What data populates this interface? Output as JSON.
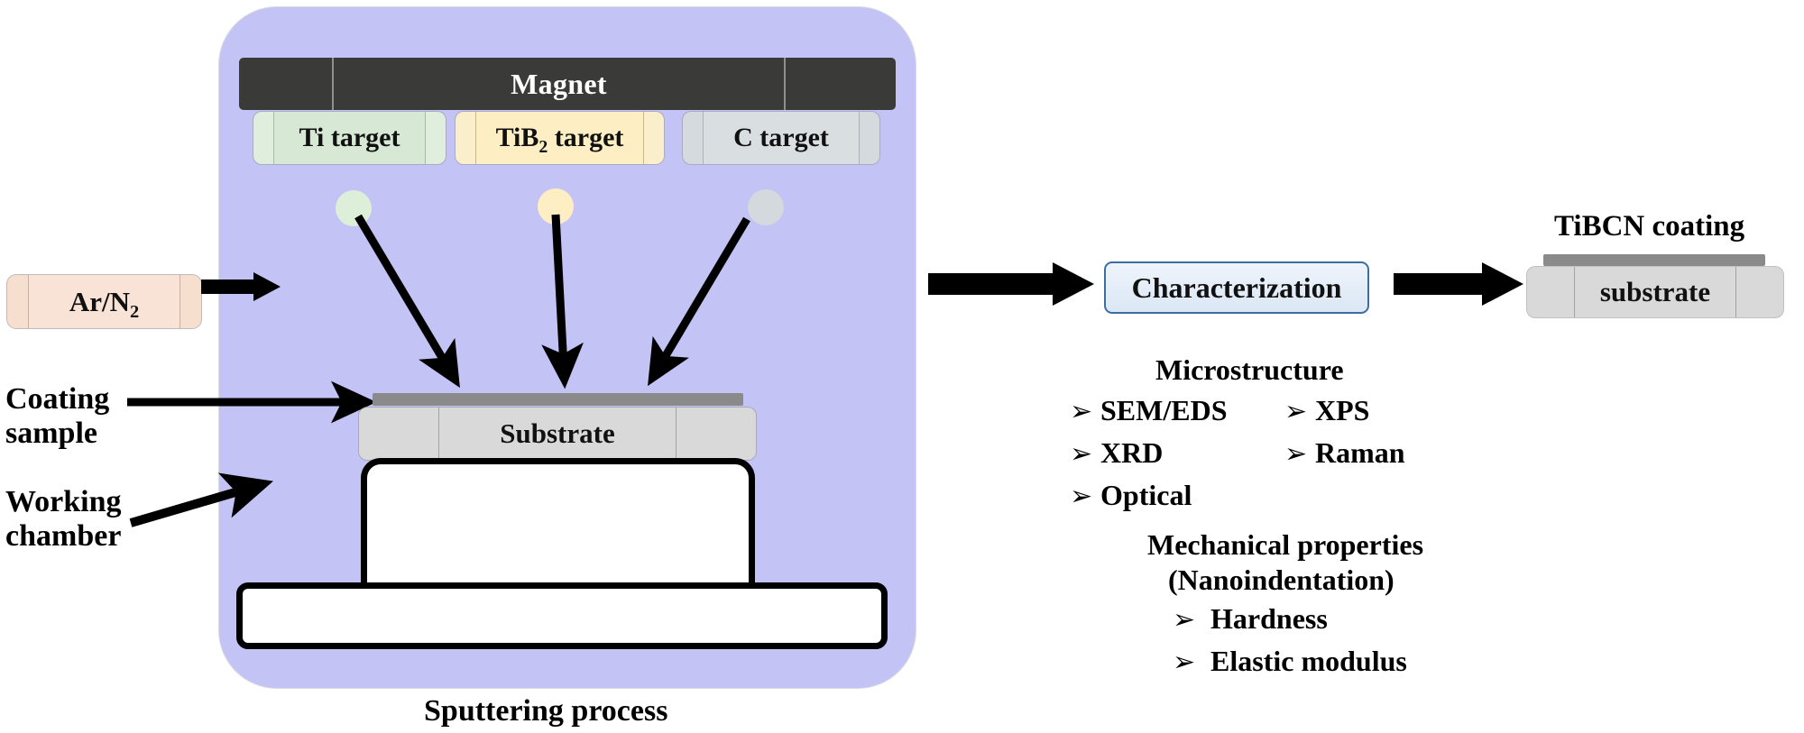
{
  "figure": {
    "caption": "Sputtering process",
    "chamber_label": "Working\nchamber",
    "coating_sample_label": "Coating\nsample"
  },
  "chamber": {
    "magnet": {
      "label": "Magnet"
    },
    "targets": [
      {
        "name": "ti-target",
        "label_main": "Ti",
        "label_sub": "",
        "label_tail": " target",
        "color": "#d7e9d4"
      },
      {
        "name": "tib2-target",
        "label_main": "TiB",
        "label_sub": "2",
        "label_tail": " target",
        "color": "#fdeec4"
      },
      {
        "name": "c-target",
        "label_main": "C",
        "label_sub": "",
        "label_tail": " target",
        "color": "#d9dee1"
      }
    ],
    "substrate": {
      "label": "Substrate"
    },
    "gas_inlet": {
      "label_main": "Ar/N",
      "label_sub": "2"
    }
  },
  "characterization": {
    "box_label": "Characterization",
    "microstructure": {
      "heading": "Microstructure",
      "bullet_glyph": "➢",
      "column_left": [
        "SEM/EDS",
        "XRD",
        "Optical"
      ],
      "column_right": [
        "XPS",
        "Raman"
      ]
    },
    "mechanical": {
      "heading": "Mechanical properties",
      "subheading": "(Nanoindentation)",
      "bullet_glyph": "➢",
      "items": [
        "Hardness",
        "Elastic modulus"
      ]
    }
  },
  "product": {
    "coating_label": "TiBCN coating",
    "substrate_label": "substrate"
  },
  "colors": {
    "chamber_fill": "#c3c3f5",
    "magnet_fill": "#3a3a38",
    "ti_target": "#d7e9d4",
    "tib2_target": "#fdeec4",
    "c_target": "#d9dee1",
    "gas_box": "#f9e3d6",
    "substrate_gray": "#d9d9d9",
    "film_gray": "#8a8a8a",
    "char_border": "#3b6ea5",
    "arrow_black": "#000000"
  }
}
